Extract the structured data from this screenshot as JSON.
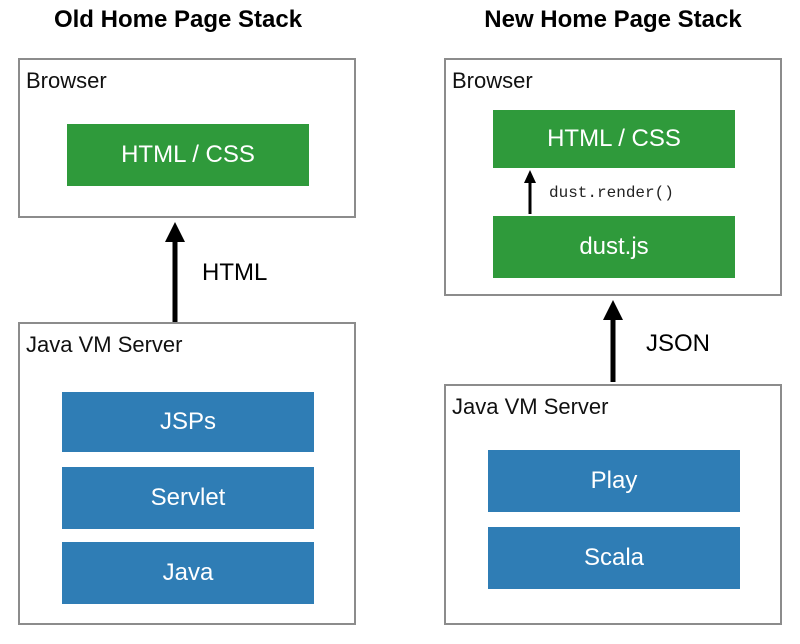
{
  "left": {
    "title": "Old Home Page Stack",
    "browser": {
      "label": "Browser",
      "layers": [
        "HTML / CSS"
      ]
    },
    "connector": {
      "label": "HTML"
    },
    "server": {
      "label": "Java VM Server",
      "layers": [
        "JSPs",
        "Servlet",
        "Java"
      ]
    }
  },
  "right": {
    "title": "New Home Page Stack",
    "browser": {
      "label": "Browser",
      "layers": [
        "HTML / CSS",
        "dust.js"
      ],
      "inner_connector": {
        "label": "dust.render()"
      }
    },
    "connector": {
      "label": "JSON"
    },
    "server": {
      "label": "Java VM Server",
      "layers": [
        "Play",
        "Scala"
      ]
    }
  },
  "colors": {
    "client_layer": "#2f9a3b",
    "server_layer": "#2f7db5",
    "box_border": "#8c8c8c",
    "arrow": "#000000"
  }
}
